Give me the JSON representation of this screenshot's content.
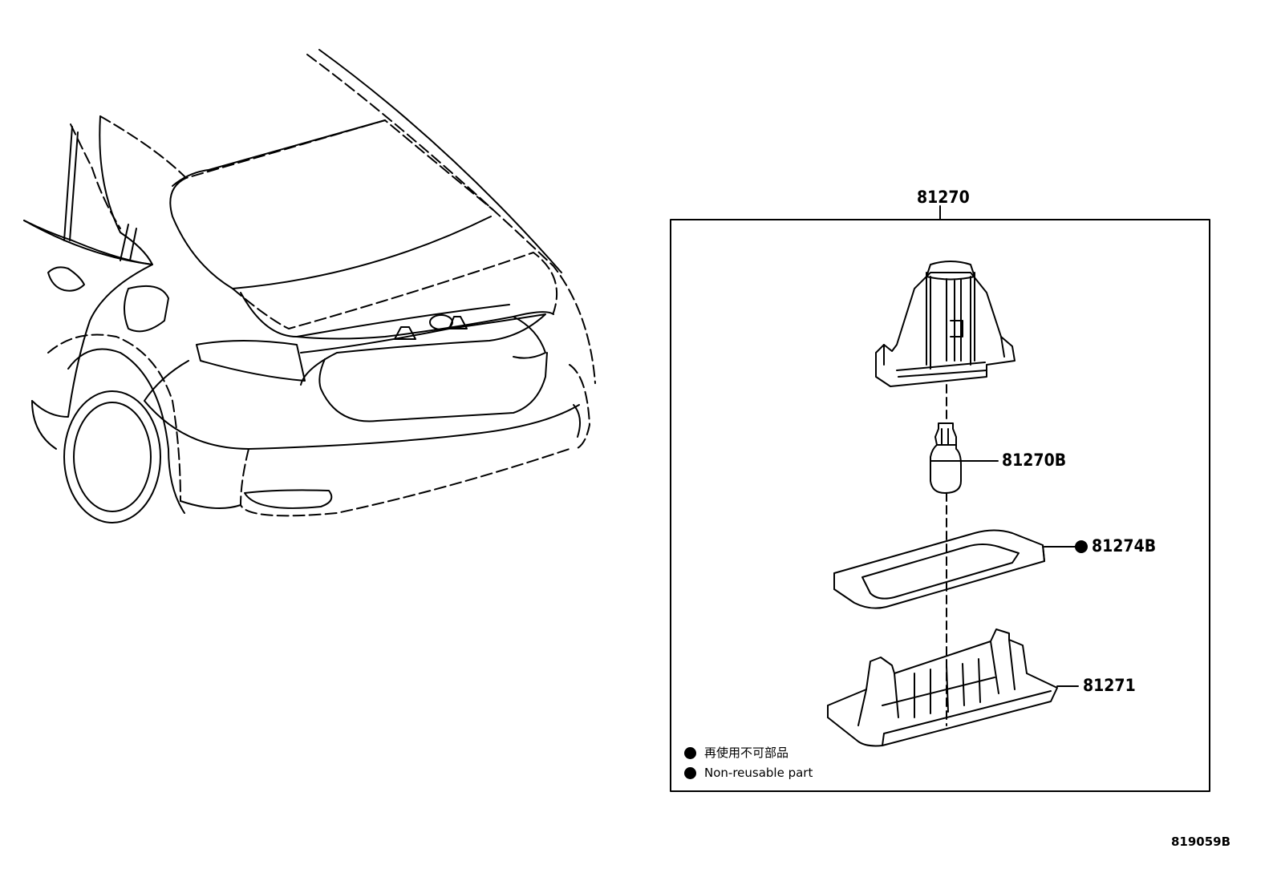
{
  "callouts": {
    "assembly": "81270",
    "bulb": "81270B",
    "gasket": "81274B",
    "housing": "81271"
  },
  "legend": {
    "japanese": "再使用不可部品",
    "english": "Non-reusable part"
  },
  "diagram_code": "819059B"
}
